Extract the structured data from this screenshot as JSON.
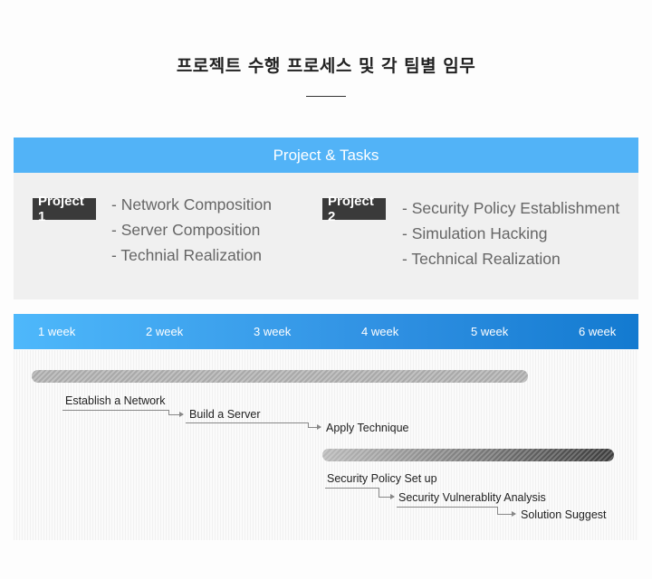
{
  "page": {
    "title": "프로젝트 수행 프로세스 및 각 팀별 임무"
  },
  "tasks": {
    "header": "Project & Tasks",
    "projects": [
      {
        "badge": "Project 1",
        "items": [
          "- Network Composition",
          "- Server Composition",
          "- Technial Realization"
        ]
      },
      {
        "badge": "Project 2",
        "items": [
          "- Security Policy Establishment",
          "- Simulation Hacking",
          "- Technical Realization"
        ]
      }
    ]
  },
  "timeline": {
    "weeks": [
      "1 week",
      "2 week",
      "3 week",
      "4 week",
      "5 week",
      "6 week"
    ],
    "track1_steps": [
      "Establish a Network",
      "Build a Server",
      "Apply Technique"
    ],
    "track2_steps": [
      "Security Policy Set up",
      "Security Vulnerablity Analysis",
      "Solution Suggest"
    ]
  },
  "colors": {
    "header_blue": "#52b3f7",
    "week_bar_start": "#4eb8fb",
    "week_bar_end": "#137ad0",
    "badge": "#3a3a3a"
  }
}
